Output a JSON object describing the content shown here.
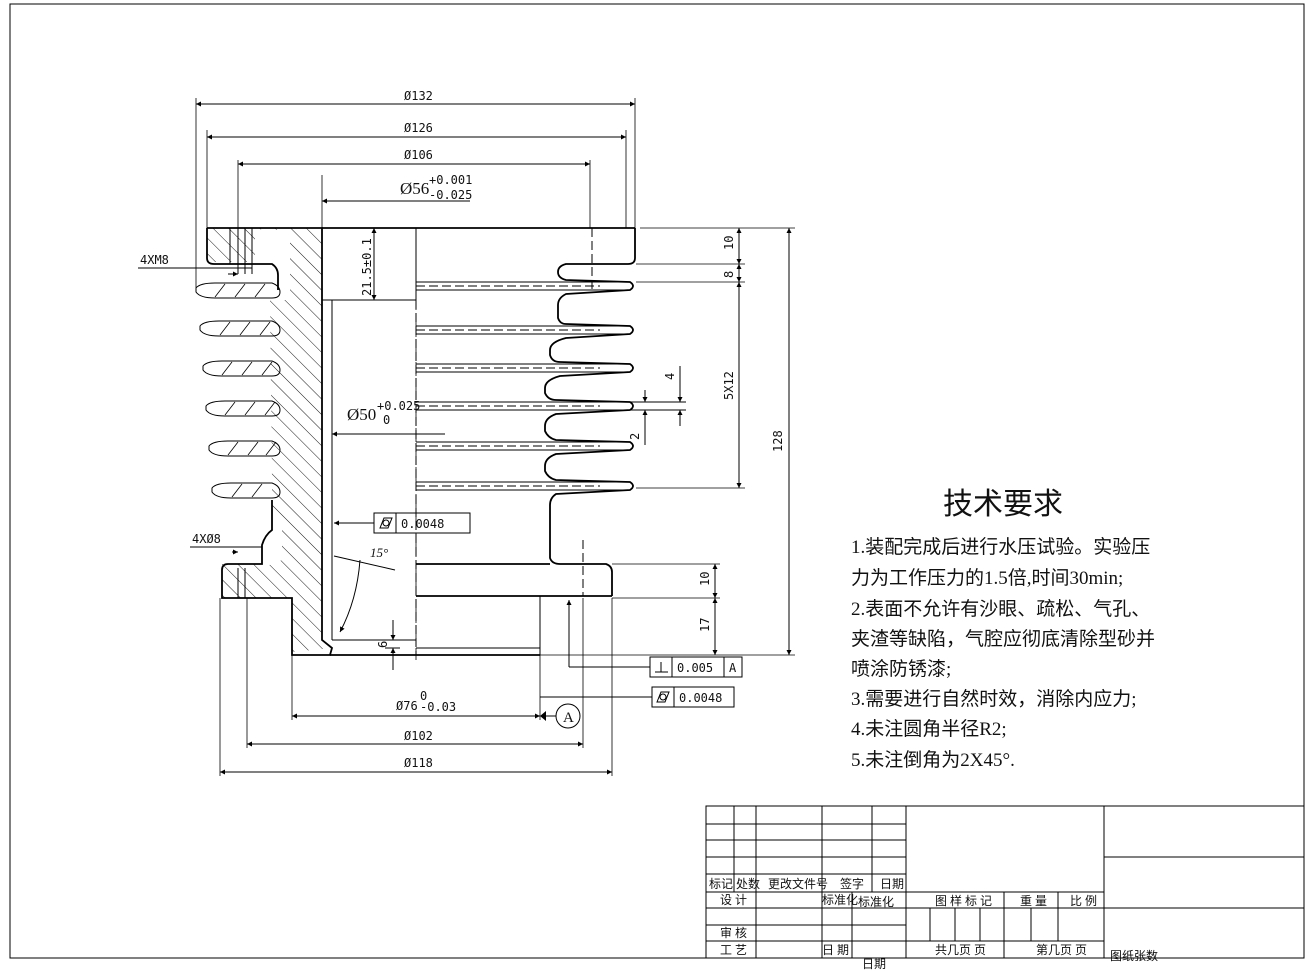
{
  "dims": {
    "d132": "Ø132",
    "d126": "Ø126",
    "d106": "Ø106",
    "d56": "Ø56",
    "d56_up": "+0.001",
    "d56_lo": "-0.025",
    "hole1": "4XM8",
    "d21": "21.5±0.1",
    "d50": "Ø50",
    "d50_up": "+0.025",
    "d50_lo": "0",
    "v10a": "10",
    "v8": "8",
    "v5x12": "5X12",
    "v4": "4",
    "v2": "2",
    "v128": "128",
    "hole2": "4XØ8",
    "ang15": "15°",
    "v10b": "10",
    "v17": "17",
    "v6": "6",
    "d76": "Ø76",
    "d76_up": "0",
    "d76_lo": "-0.03",
    "d102": "Ø102",
    "d118": "Ø118"
  },
  "tolerances": {
    "flat1": "0.0048",
    "perp": "0.005",
    "perp_ref": "A",
    "flat2": "0.0048",
    "datum": "A"
  },
  "requirements": {
    "title": "技术要求",
    "lines": [
      "1.装配完成后进行水压试验。实验压",
      "力为工作压力的1.5倍,时间30min;",
      "2.表面不允许有沙眼、疏松、气孔、",
      "夹渣等缺陷，气腔应彻底清除型砂并",
      "喷涂防锈漆;",
      "3.需要进行自然时效，消除内应力;",
      "4.未注圆角半径R2;",
      "5.未注倒角为2X45°."
    ]
  },
  "titleblock": {
    "biaoji": "标记",
    "chushu": "处数",
    "genggai": "更改文件号",
    "qianzi": "签字",
    "riqi": "日期",
    "sheji": "设 计",
    "biaozhunhua_small": "标准化",
    "biaozhunhua": "标准化",
    "tuyang": "图 样 标 记",
    "zhongliang": "重 量",
    "bili": "比 例",
    "shenhe": "审 核",
    "gongyi": "工 艺",
    "riqi2": "日 期",
    "riqi_big": "日期",
    "gong": "共几页 页",
    "di": "第几页 页",
    "tuzhi": "图纸张数"
  }
}
